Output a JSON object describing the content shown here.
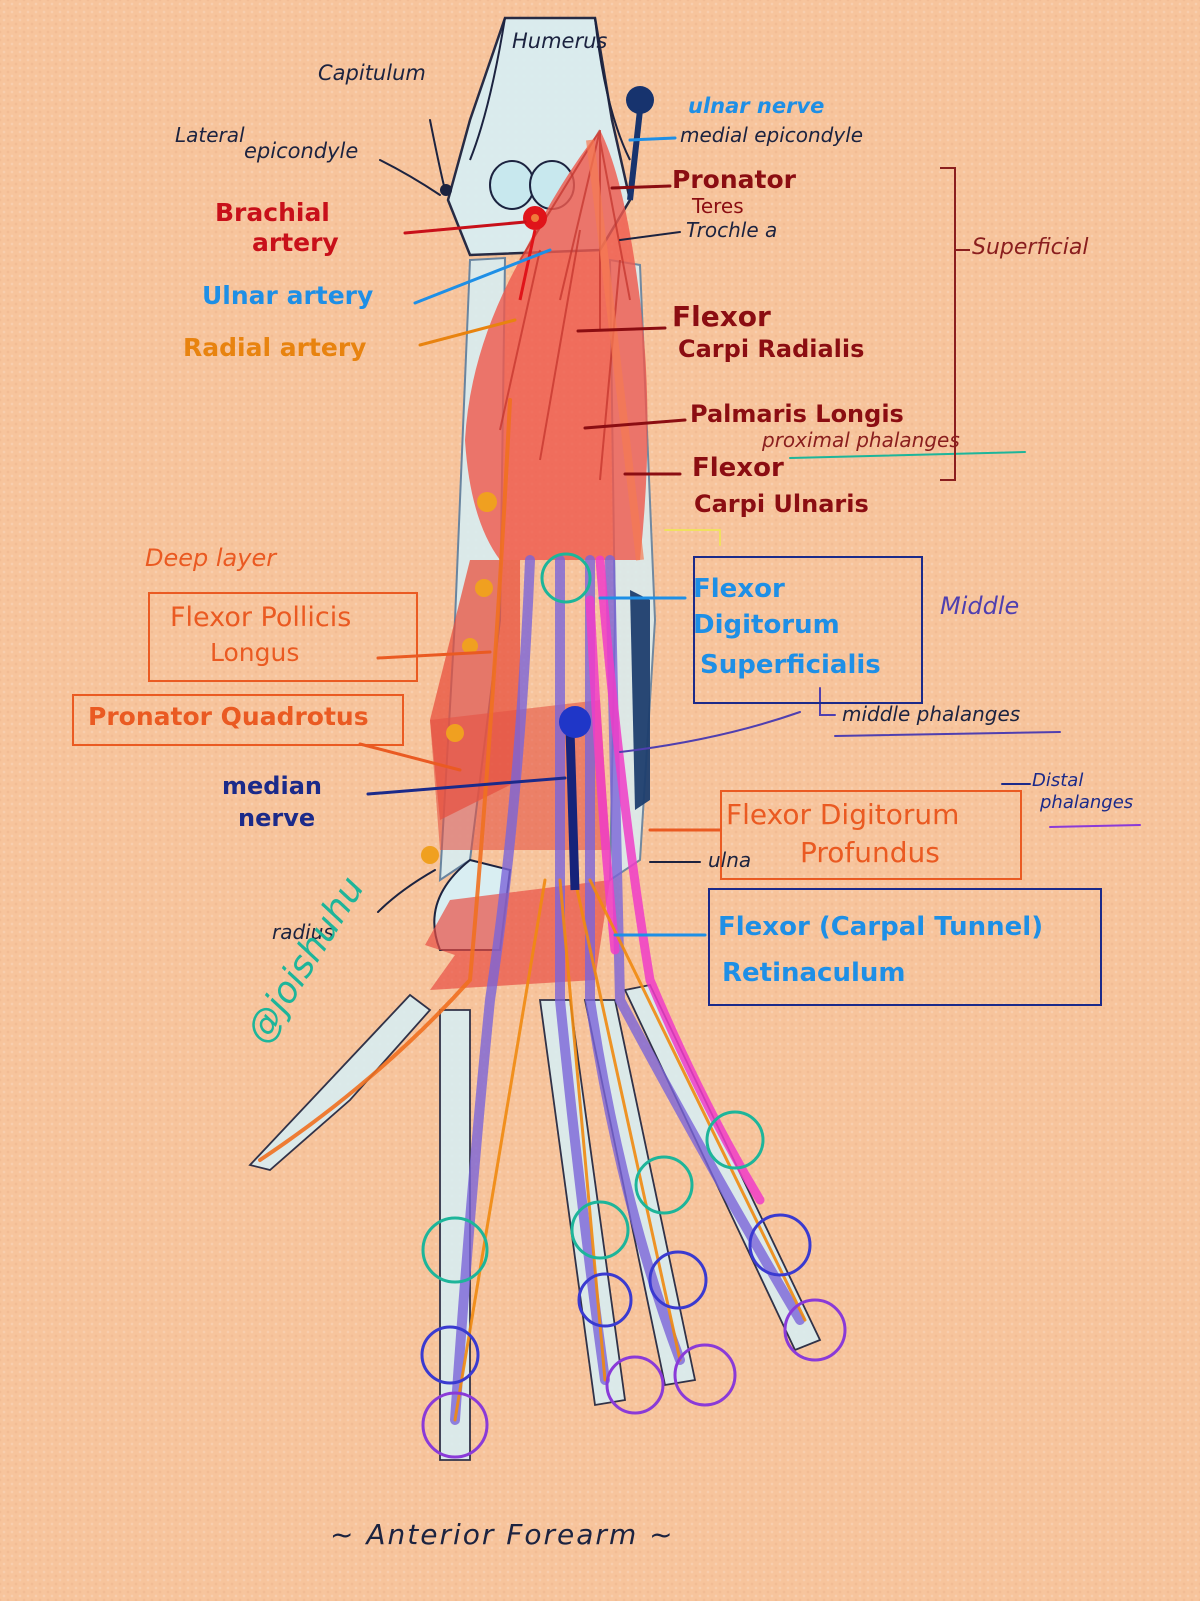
{
  "colors": {
    "background": "#f7c49c",
    "dark_red": "#8b0d12",
    "red": "#d42a1a",
    "blue": "#1e8fe6",
    "navy": "#1b2a8a",
    "orange": "#e8830f",
    "orange_red": "#ea5a22",
    "ink": "#1c2340",
    "maroon": "#8a1e1e",
    "purple": "#4f3fb0",
    "bone": "#d8ecf0",
    "muscle": "#ee5a4e",
    "magenta": "#f03cc8",
    "tendon_purple": "#7a64d8",
    "teal_circle": "#1db59a",
    "violet_circle": "#8a3ad8"
  },
  "labels": {
    "humerus": "Humerus",
    "capitulum": "Capitulum",
    "lateral": "Lateral",
    "epicondyle": "epicondyle",
    "ulnar_nerve": "ulnar nerve",
    "medial_epicondyle": "medial epicondyle",
    "pronator": "Pronator",
    "teres": "Teres",
    "trochlea": "Trochle a",
    "superficial": "Superficial",
    "brachial": "Brachial",
    "artery": "artery",
    "ulnar_artery": "Ulnar artery",
    "radial_artery": "Radial artery",
    "flexor": "Flexor",
    "carpi_radialis": "Carpi Radialis",
    "palmaris_longis": "Palmaris Longis",
    "proximal_phalanges": "proximal phalanges",
    "flexor_2": "Flexor",
    "carpi_ulnaris": "Carpi Ulnaris",
    "deep_layer": "Deep layer",
    "flexor_pollicis": "Flexor Pollicis",
    "longus": "Longus",
    "fds_1": "Flexor",
    "fds_2": "Digitorum",
    "fds_3": "Superficialis",
    "middle": "Middle",
    "middle_phalanges": "middle phalanges",
    "pronator_quadrotus": "Pronator Quadrotus",
    "median": "median",
    "nerve": "nerve",
    "distal": "Distal",
    "distal_phalanges": "phalanges",
    "fdp_1": "Flexor Digitorum",
    "fdp_2": "Profundus",
    "ulna": "ulna",
    "radius": "radius",
    "retinaculum_1": "Flexor (Carpal Tunnel)",
    "retinaculum_2": "Retinaculum",
    "signature": "@joishuhu",
    "caption": "~ Anterior Forearm ~"
  }
}
